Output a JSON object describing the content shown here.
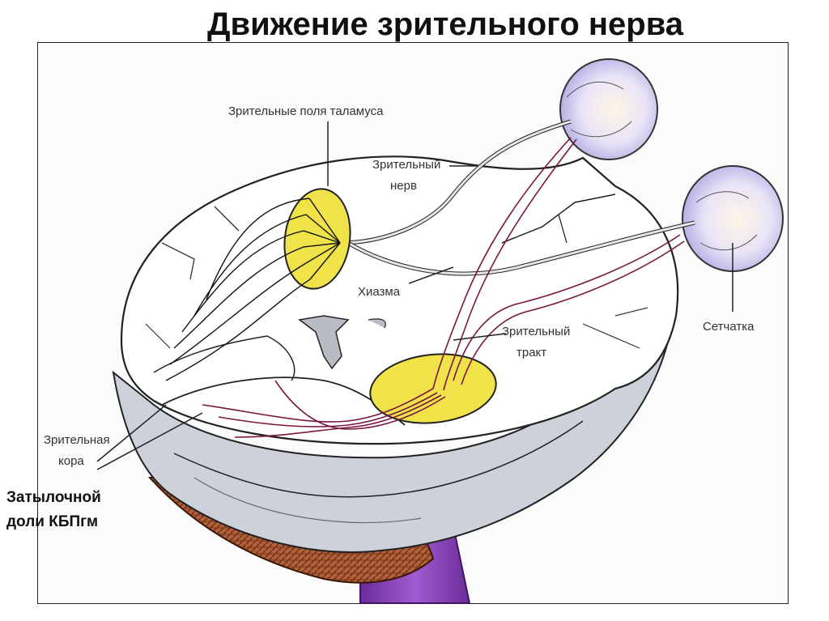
{
  "title": "Движение зрительного нерва",
  "labels": {
    "thalamus_fields": "Зрительные поля таламуса",
    "optic_nerve_1": "Зрительный",
    "optic_nerve_2": "нерв",
    "chiasm": "Хиазма",
    "retina": "Сетчатка",
    "optic_tract_1": "Зрительный",
    "optic_tract_2": "тракт",
    "visual_cortex_1": "Зрительная",
    "visual_cortex_2": "кора"
  },
  "side_note": {
    "line1": "Затылочной",
    "line2": "доли КБПгм"
  },
  "colors": {
    "nerve_pathway": "#7a1640",
    "thalamus_body": "#f0e34a",
    "eyeball": "#c9c6ef",
    "cortex_shadow": "#c8ccd6",
    "cerebellum": "#9a4a2c",
    "brainstem": "#8b3fb3"
  }
}
